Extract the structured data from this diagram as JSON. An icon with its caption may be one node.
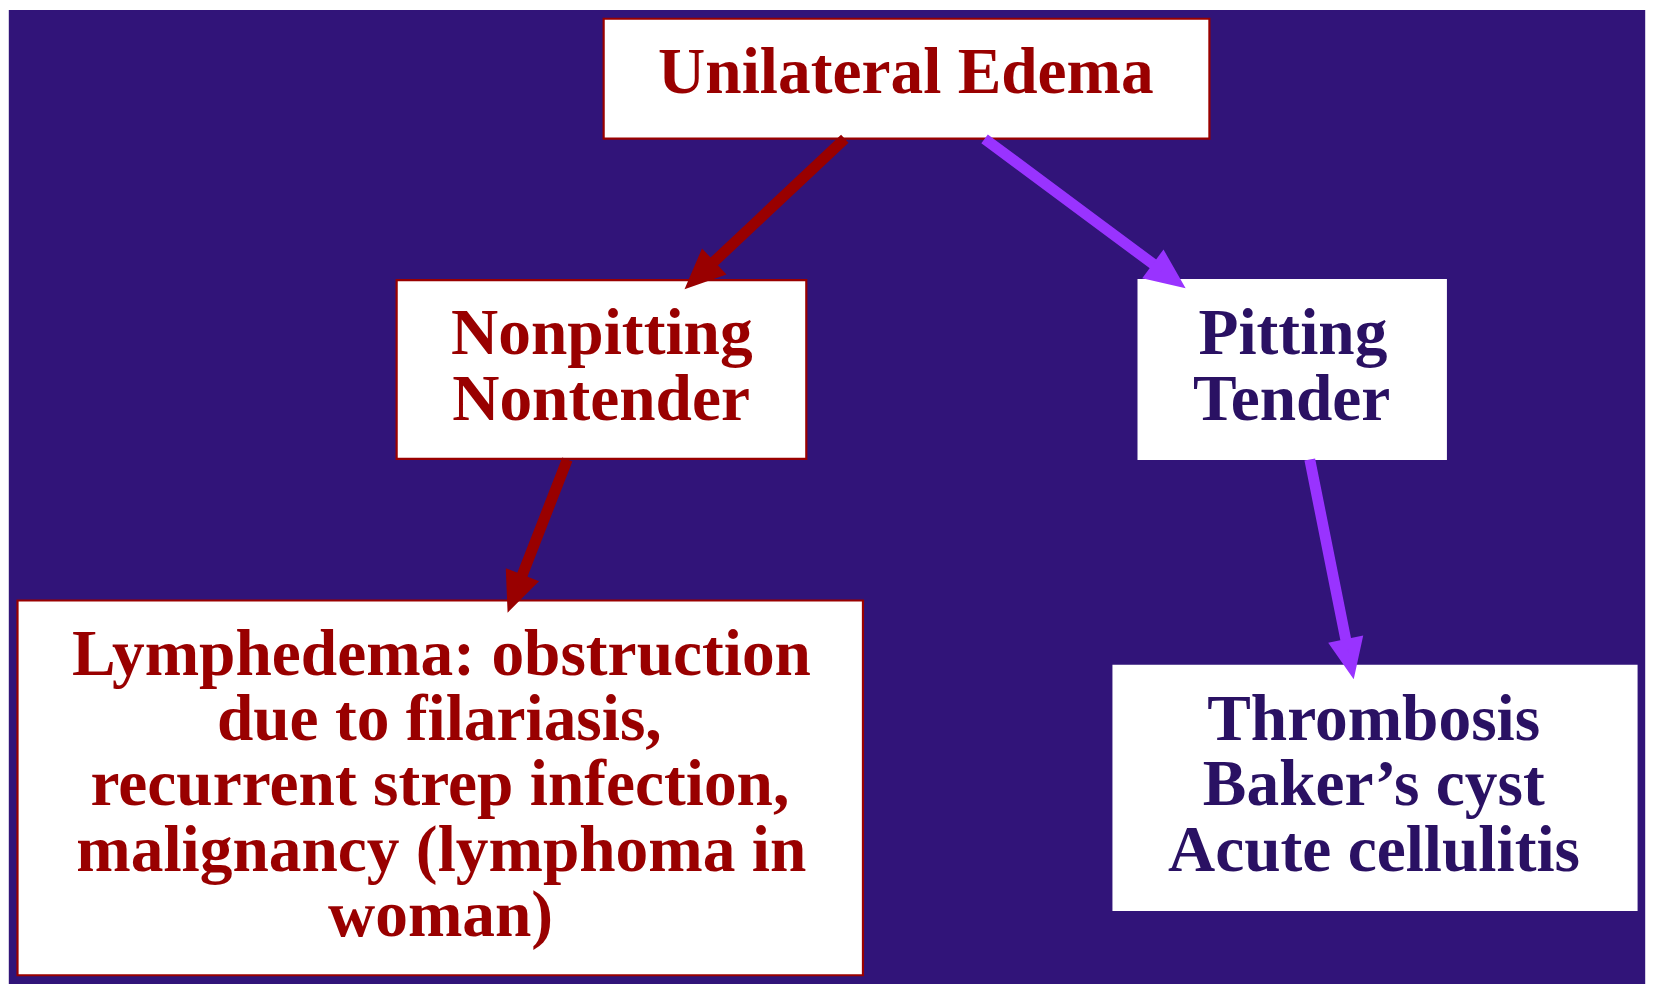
{
  "diagram": {
    "nodes": [
      {
        "text": [
          "Unilateral Edema"
        ]
      },
      {
        "text": [
          "Nonpitting",
          "Nontender"
        ]
      },
      {
        "text": [
          "Pitting",
          "Tender"
        ]
      },
      {
        "text": [
          "Lymphedema: obstruction due to filariasis, recurrent strep infection, malignancy (lymphoma in woman)"
        ]
      },
      {
        "text": [
          "Thrombosis",
          "Baker’s cyst",
          "Acute cellulitis"
        ]
      }
    ],
    "edges": [
      {
        "from": 0,
        "to": 1,
        "arrow": "to",
        "color": "#990000"
      },
      {
        "from": 0,
        "to": 2,
        "arrow": "to",
        "color": "#9933ff"
      },
      {
        "from": 1,
        "to": 3,
        "arrow": "to",
        "color": "#990000"
      },
      {
        "from": 2,
        "to": 4,
        "arrow": "to",
        "color": "#9933ff"
      }
    ]
  }
}
